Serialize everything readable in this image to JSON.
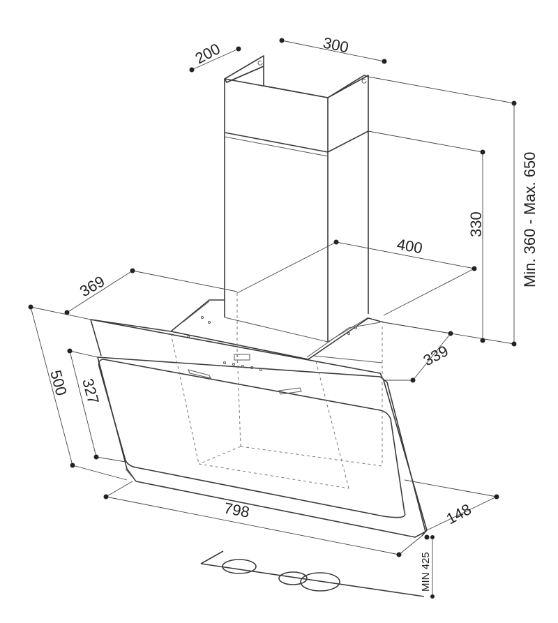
{
  "dimensions": {
    "chimney_depth": "200",
    "chimney_width": "300",
    "chimney_height": "330",
    "total_height": "Min. 360 - Max. 650",
    "bracket_width": "400",
    "side_depth": "369",
    "top_depth": "339",
    "hood_height": "500",
    "glass_height": "327",
    "hood_width": "798",
    "bottom_depth": "148",
    "min_clearance": "MIN 425"
  },
  "colors": {
    "line": "#3a3a3a",
    "text": "#222222"
  }
}
